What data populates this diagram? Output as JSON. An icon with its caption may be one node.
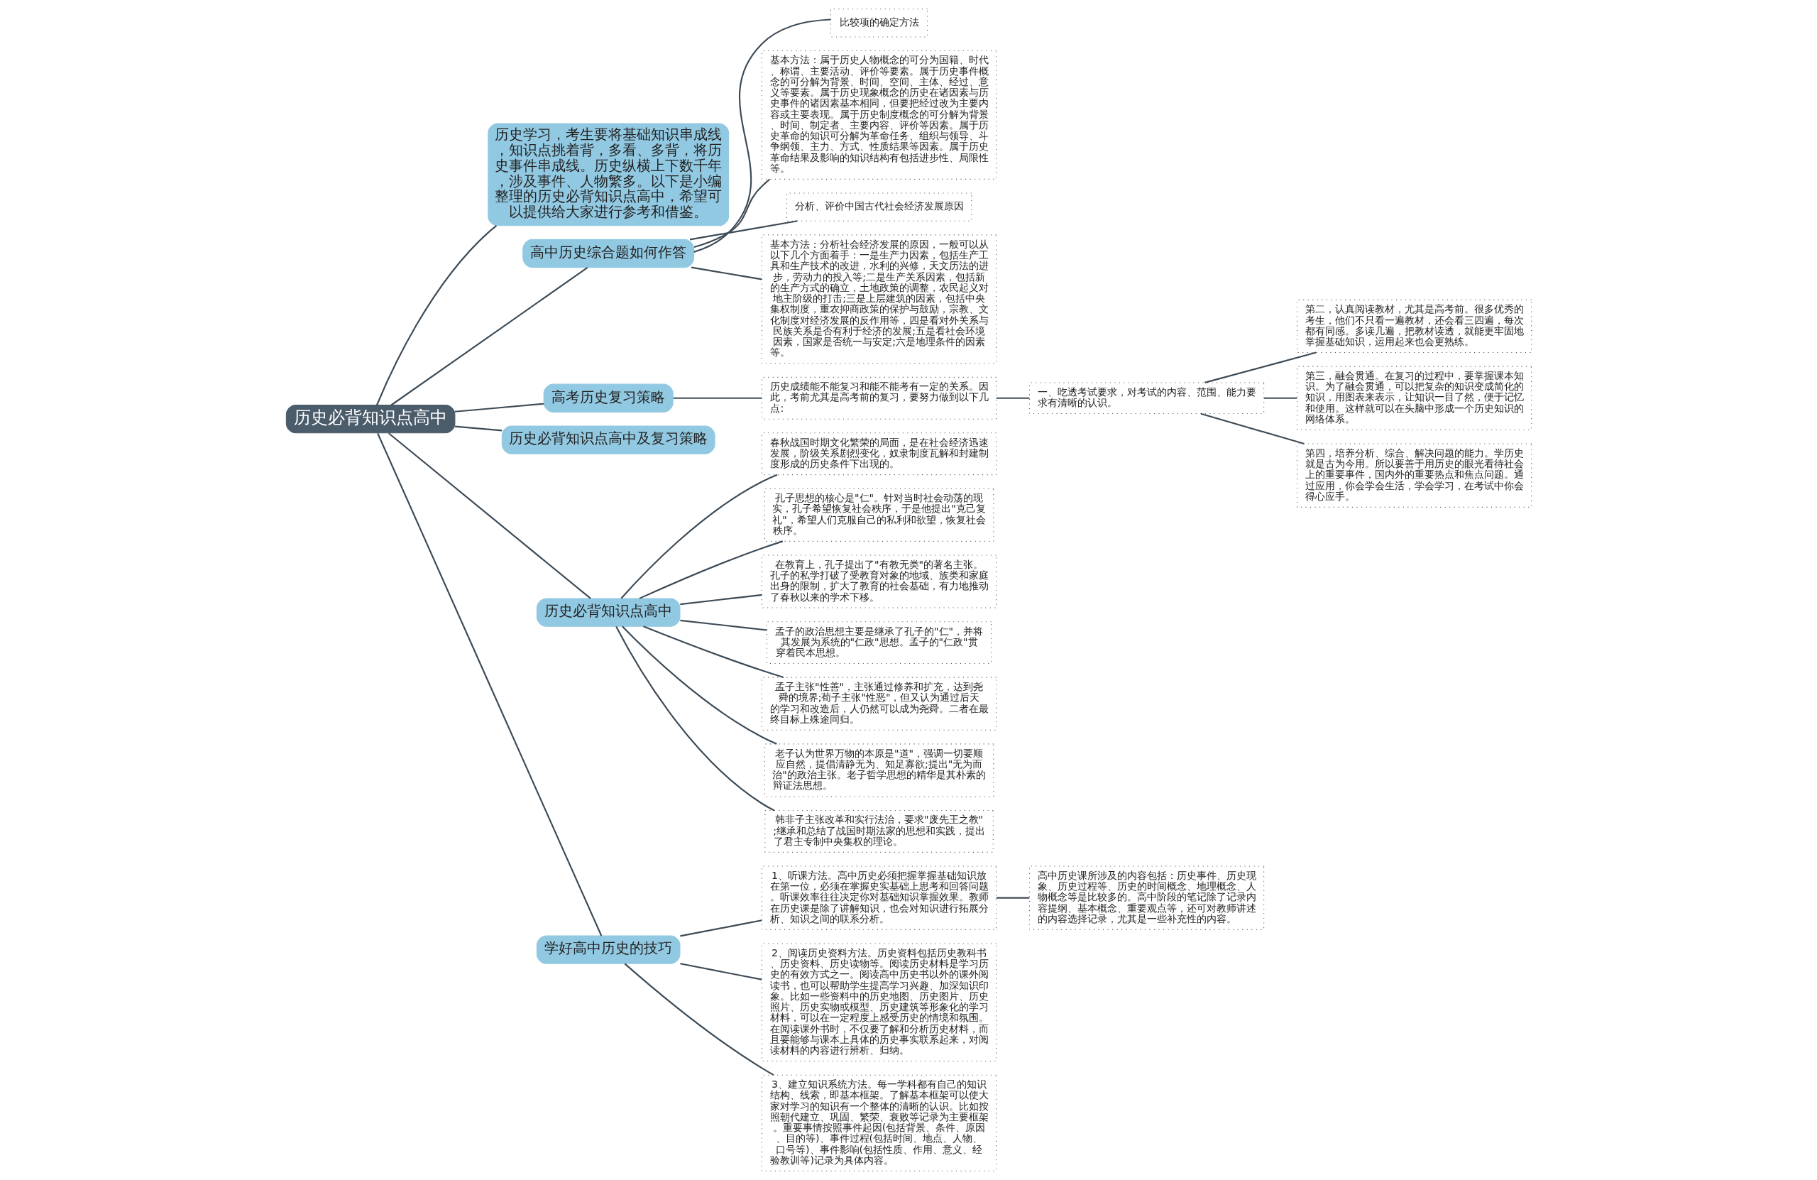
{
  "diagram": {
    "nodes": [
      {
        "text": [
          "历史必背知识点高中"
        ]
      },
      {
        "text": [
          "历史学习，考生要将基础知识串成线，知识点挑着背，多看、多背，将历史事件串成线。历史纵横上下数千年，涉及事件、人物繁多。以下是小编整理的历史必背知识点高中，希望可以提供给大家进行参考和借鉴。"
        ]
      },
      {
        "text": [
          "高中历史综合题如何作答"
        ]
      },
      {
        "text": [
          "比较项的确定方法"
        ]
      },
      {
        "text": [
          "基本方法：属于历史人物概念的可分为国籍、时代、称谓、主要活动、评价等要素。属于历史事件概念的可分解为背景、时间、空间、主体、经过、意义等要素。属于历史现象概念的历史在诸因素与历史事件的诸因素基本相同，但要把经过改为主要内容或主要表现。属于历史制度概念的可分解为背景、时间、制定者、主要内容、评价等因素。属于历史革命的知识可分解为革命任务、组织与领导、斗争纲领、主力、方式、性质结果等因素。属于历史革命结果及影响的知识结构有包括进步性、局限性等。"
        ]
      },
      {
        "text": [
          "分析、评价中国古代社会经济发展原因"
        ]
      },
      {
        "text": [
          "基本方法：分析社会经济发展的原因，一般可以从以下几个方面着手：一是生产力因素，包括生产工具和生产技术的改进，水利的兴修，天文历法的进步，劳动力的投入等;二是生产关系因素，包括新的生产方式的确立，土地政策的调整，农民起义对地主阶级的打击;三是上层建筑的因素，包括中央集权制度，重农抑商政策的保护与鼓励，宗教、文化制度对经济发展的反作用等，四是看对外关系与民族关系是否有利于经济的发展;五是看社会环境因素，国家是否统一与安定;六是地理条件的因素等。"
        ]
      },
      {
        "text": [
          "高考历史复习策略"
        ]
      },
      {
        "text": [
          "历史成绩能不能复习和能不能考有一定的关系。因此，考前尤其是高考前的复习，要努力做到以下几点:"
        ]
      },
      {
        "text": [
          "一、吃透考试要求，对考试的内容、范围、能力要求有清晰的认识。"
        ]
      },
      {
        "text": [
          "第二，认真阅读教材，尤其是高考前。很多优秀的考生，他们不只看一遍教材，还会看三四遍，每次都有同感。多读几遍，把教材读透，就能更牢固地掌握基础知识，运用起来也会更熟练。"
        ]
      },
      {
        "text": [
          "第三，融会贯通。在复习的过程中，要掌握课本知识。为了融会贯通，可以把复杂的知识变成简化的知识，用图表来表示，让知识一目了然，便于记忆和使用。这样就可以在头脑中形成一个历史知识的网络体系。"
        ]
      },
      {
        "text": [
          "第四，培养分析、综合、解决问题的能力。学历史就是古为今用。所以要善于用历史的眼光看待社会上的重要事件，国内外的重要热点和焦点问题。通过应用，你会学会生活，学会学习，在考试中你会得心应手。"
        ]
      },
      {
        "text": [
          "历史必背知识点高中及复习策略"
        ]
      },
      {
        "text": [
          "历史必背知识点高中"
        ]
      },
      {
        "text": [
          "春秋战国时期文化繁荣的局面，是在社会经济迅速发展，阶级关系剧烈变化，奴隶制度瓦解和封建制度形成的历史条件下出现的。"
        ]
      },
      {
        "text": [
          "孔子思想的核心是\"仁\"。针对当时社会动荡的现实，孔子希望恢复社会秩序，于是他提出\"克己复礼\"，希望人们克服自己的私利和欲望，恢复社会秩序。"
        ]
      },
      {
        "text": [
          "在教育上，孔子提出了\"有教无类\"的著名主张。孔子的私学打破了受教育对象的地域、族类和家庭出身的限制，扩大了教育的社会基础，有力地推动了春秋以来的学术下移。"
        ]
      },
      {
        "text": [
          "孟子的政治思想主要是继承了孔子的\"仁\"，并将其发展为系统的\"仁政\"思想。孟子的\"仁政\"贯穿着民本思想。"
        ]
      },
      {
        "text": [
          "孟子主张\"性善\"，主张通过修养和扩充，达到尧舜的境界;荀子主张\"性恶\"，但又认为通过后天的学习和改造后，人仍然可以成为尧舜。二者在最终目标上殊途同归。"
        ]
      },
      {
        "text": [
          "老子认为世界万物的本原是\"道\"，强调一切要顺应自然，提倡清静无为、知足寡欲;提出\"无为而治\"的政治主张。老子哲学思想的精华是其朴素的辩证法思想。"
        ]
      },
      {
        "text": [
          "韩非子主张改革和实行法治，要求\"废先王之教\";继承和总结了战国时期法家的思想和实践，提出了君主专制中央集权的理论。"
        ]
      },
      {
        "text": [
          "学好高中历史的技巧"
        ]
      },
      {
        "text": [
          "1、听课方法。高中历史必须把握掌握基础知识放在第一位，必须在掌握史实基础上思考和回答问题。听课效率往往决定你对基础知识掌握效果。教师在历史课是除了讲解知识，也会对知识进行拓展分析、知识之间的联系分析。"
        ]
      },
      {
        "text": [
          "高中历史课所涉及的内容包括：历史事件、历史现象、历史过程等、历史的时间概念、地理概念、人物概念等是比较多的。高中阶段的笔记除了记录内容提纲、基本概念、重要观点等，还可对教师讲述的内容选择记录，尤其是一些补充性的内容。"
        ]
      },
      {
        "text": [
          "2、阅读历史资料方法。历史资料包括历史教科书、历史资料、历史读物等。阅读历史材料是学习历史的有效方式之一。阅读高中历史书以外的课外阅读书，也可以帮助学生提高学习兴趣、加深知识印象。比如一些资料中的历史地图、历史图片、历史照片、历史实物或模型、历史建筑等形象化的学习材料，可以在一定程度上感受历史的情境和氛围。在阅读课外书时，不仅要了解和分析历史材料，而且要能够与课本上具体的历史事实联系起来，对阅读材料的内容进行辨析、归纳。"
        ]
      },
      {
        "text": [
          "3、建立知识系统方法。每一学科都有自己的知识结构、线索，即基本框架。了解基本框架可以使大家对学习的知识有一个整体的清晰的认识。比如按照朝代建立、巩固、繁荣、衰败等记录为主要框架。重要事情按照事件起因(包括背景、条件、原因、目的等)、事件过程(包括时间、地点、人物、口号等)、事件影响(包括性质、作用、意义、经验教训等)记录为具体内容。"
        ]
      }
    ],
    "edges": [
      {
        "from": 0,
        "to": 1,
        "arrow": "none"
      },
      {
        "from": 0,
        "to": 2,
        "arrow": "none"
      },
      {
        "from": 2,
        "to": 3,
        "arrow": "none"
      },
      {
        "from": 2,
        "to": 4,
        "arrow": "none"
      },
      {
        "from": 2,
        "to": 5,
        "arrow": "none"
      },
      {
        "from": 2,
        "to": 6,
        "arrow": "none"
      },
      {
        "from": 0,
        "to": 7,
        "arrow": "none"
      },
      {
        "from": 7,
        "to": 8,
        "arrow": "none"
      },
      {
        "from": 8,
        "to": 9,
        "arrow": "none"
      },
      {
        "from": 9,
        "to": 10,
        "arrow": "none"
      },
      {
        "from": 9,
        "to": 11,
        "arrow": "none"
      },
      {
        "from": 9,
        "to": 12,
        "arrow": "none"
      },
      {
        "from": 0,
        "to": 13,
        "arrow": "none"
      },
      {
        "from": 0,
        "to": 14,
        "arrow": "none"
      },
      {
        "from": 14,
        "to": 15,
        "arrow": "none"
      },
      {
        "from": 14,
        "to": 16,
        "arrow": "none"
      },
      {
        "from": 14,
        "to": 17,
        "arrow": "none"
      },
      {
        "from": 14,
        "to": 18,
        "arrow": "none"
      },
      {
        "from": 14,
        "to": 19,
        "arrow": "none"
      },
      {
        "from": 14,
        "to": 20,
        "arrow": "none"
      },
      {
        "from": 14,
        "to": 21,
        "arrow": "none"
      },
      {
        "from": 0,
        "to": 22,
        "arrow": "none"
      },
      {
        "from": 22,
        "to": 23,
        "arrow": "none"
      },
      {
        "from": 23,
        "to": 24,
        "arrow": "none"
      },
      {
        "from": 22,
        "to": 25,
        "arrow": "none"
      },
      {
        "from": 22,
        "to": 26,
        "arrow": "none"
      }
    ]
  }
}
